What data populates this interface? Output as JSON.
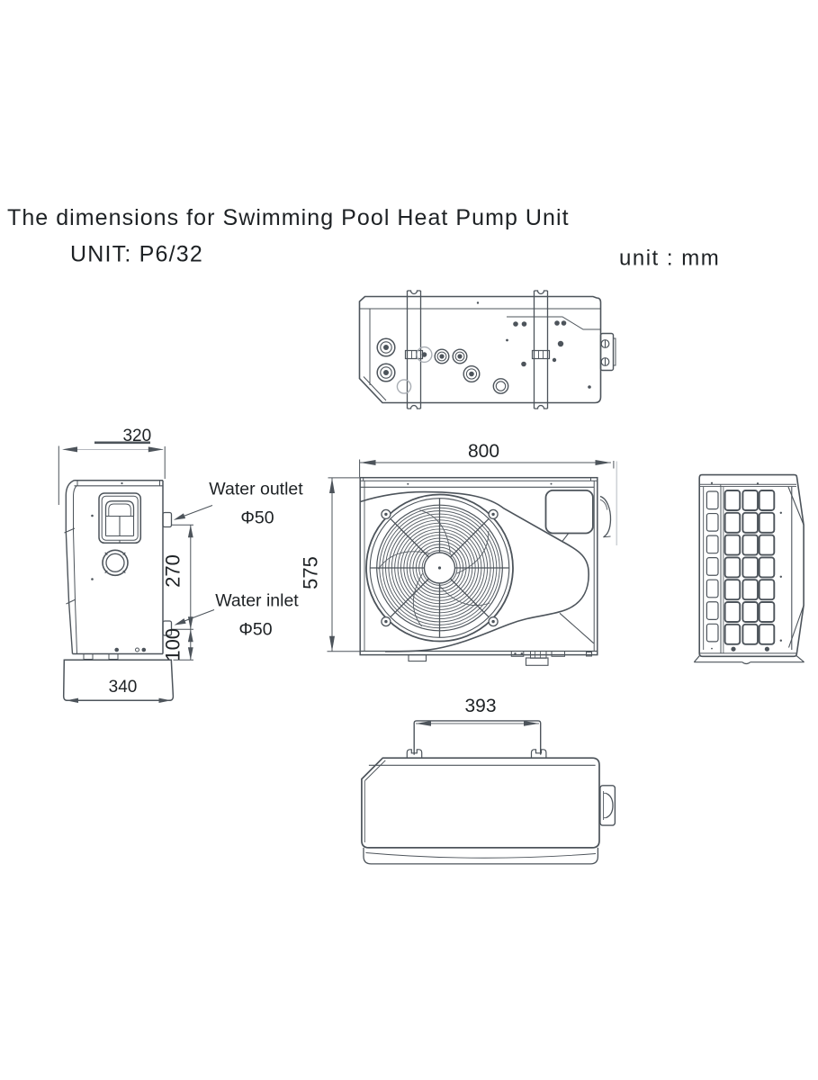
{
  "header": {
    "title": "The dimensions for Swimming Pool Heat Pump Unit",
    "model": "UNIT: P6/32",
    "unit_note": "unit : mm"
  },
  "labels": {
    "water_outlet": "Water outlet",
    "water_outlet_diameter": "Φ50",
    "water_inlet": "Water inlet",
    "water_inlet_diameter": "Φ50"
  },
  "dimensions": {
    "top_width": "320",
    "base_width": "340",
    "port_spacing": "270",
    "inlet_height": "100",
    "front_width": "800",
    "front_height": "575",
    "bracket_width": "393"
  },
  "colors": {
    "background": "#ffffff",
    "line": "#4d545b",
    "text": "#1d2124",
    "light_line": "#a9aeb4"
  }
}
